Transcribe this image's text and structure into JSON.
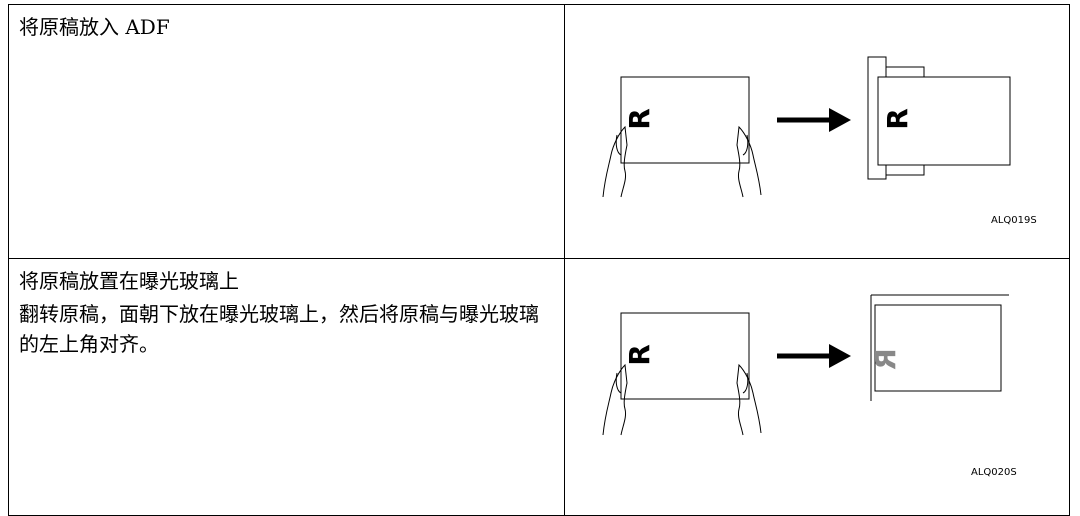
{
  "rows": [
    {
      "title": "将原稿放入 ADF",
      "description": "",
      "figure_code": "ALQ019S",
      "glyph": "R"
    },
    {
      "title": "将原稿放置在曝光玻璃上",
      "description": "翻转原稿，面朝下放在曝光玻璃上，然后将原稿与曝光玻璃的左上角对齐。",
      "figure_code": "ALQ020S",
      "glyph": "R"
    }
  ]
}
